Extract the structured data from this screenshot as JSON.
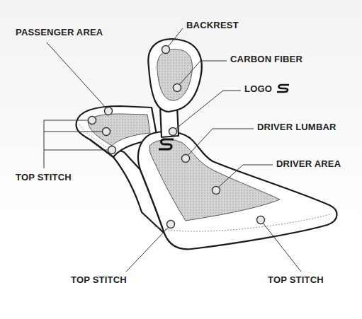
{
  "diagram": {
    "labels": [
      "PASSENGER AREA",
      "BACKREST",
      "CARBON FIBER",
      "LOGO",
      "DRIVER LUMBAR",
      "DRIVER AREA",
      "TOP STITCH",
      "TOP STITCH",
      "TOP STITCH"
    ]
  }
}
